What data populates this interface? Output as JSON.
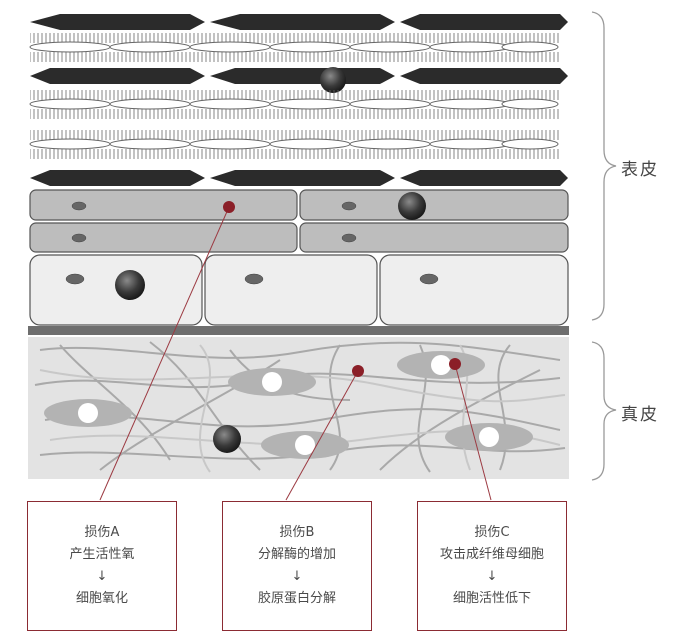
{
  "layers": {
    "epidermis": "表皮",
    "dermis": "真皮"
  },
  "damages": [
    {
      "title": "损伤A",
      "cause": "产生活性氧",
      "arrow": "↓",
      "effect": "细胞氧化"
    },
    {
      "title": "损伤B",
      "cause": "分解酶的增加",
      "arrow": "↓",
      "effect": "胶原蛋白分解"
    },
    {
      "title": "损伤C",
      "cause": "攻击成纤维母细胞",
      "arrow": "↓",
      "effect": "细胞活性低下"
    }
  ],
  "colors": {
    "accent": "#8b1f28",
    "line": "#9c3a42",
    "corneocyte": "#222222",
    "cell_gray": "#bdbdbd",
    "cell_light": "#eeeeee",
    "dermis_bg": "#e2e2e2",
    "fibroblast": "#b0b0b0"
  }
}
